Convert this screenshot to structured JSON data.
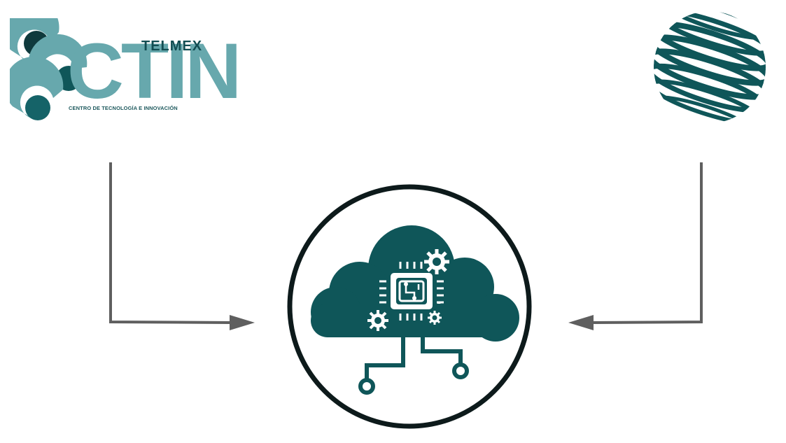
{
  "logo_left": {
    "brand": "TELMEX",
    "name": "CTIN",
    "tagline": "CENTRO DE TECNOLOGÍA E INNOVACIÓN"
  },
  "colors": {
    "teal_dark": "#0f5659",
    "teal_light": "#67a8ad",
    "arrow": "#5f5f5f",
    "ring": "#0d1a1b"
  },
  "icons": {
    "center": "cloud-circuit-icon",
    "right_logo": "striped-globe-icon"
  }
}
